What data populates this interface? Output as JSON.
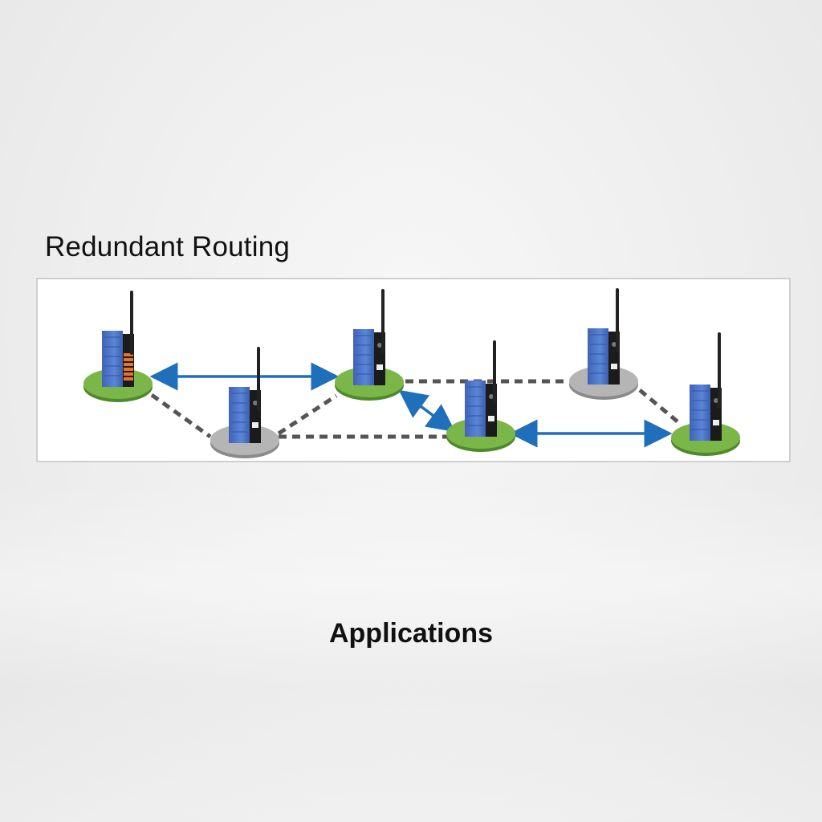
{
  "title": "Redundant Routing",
  "footer": "Applications",
  "colors": {
    "arrow": "#1f6fba",
    "dashed_link": "#555555",
    "node_base_green": "#7ab648",
    "node_base_gray": "#b5b5b5",
    "device_body": "#4a73c9"
  },
  "nodes": [
    {
      "id": "node-1",
      "base": "green",
      "variant": "io"
    },
    {
      "id": "node-2",
      "base": "gray",
      "variant": "router"
    },
    {
      "id": "node-3",
      "base": "green",
      "variant": "router"
    },
    {
      "id": "node-4",
      "base": "green",
      "variant": "router"
    },
    {
      "id": "node-5",
      "base": "gray",
      "variant": "router"
    },
    {
      "id": "node-6",
      "base": "green",
      "variant": "host"
    }
  ],
  "links": [
    {
      "from": "node-1",
      "to": "node-3",
      "style": "arrow"
    },
    {
      "from": "node-1",
      "to": "node-2",
      "style": "dashed"
    },
    {
      "from": "node-2",
      "to": "node-3",
      "style": "dashed"
    },
    {
      "from": "node-2",
      "to": "node-4",
      "style": "dashed"
    },
    {
      "from": "node-3",
      "to": "node-5",
      "style": "dashed"
    },
    {
      "from": "node-3",
      "to": "node-4",
      "style": "arrow"
    },
    {
      "from": "node-4",
      "to": "node-6",
      "style": "arrow"
    },
    {
      "from": "node-5",
      "to": "node-6",
      "style": "dashed"
    }
  ]
}
